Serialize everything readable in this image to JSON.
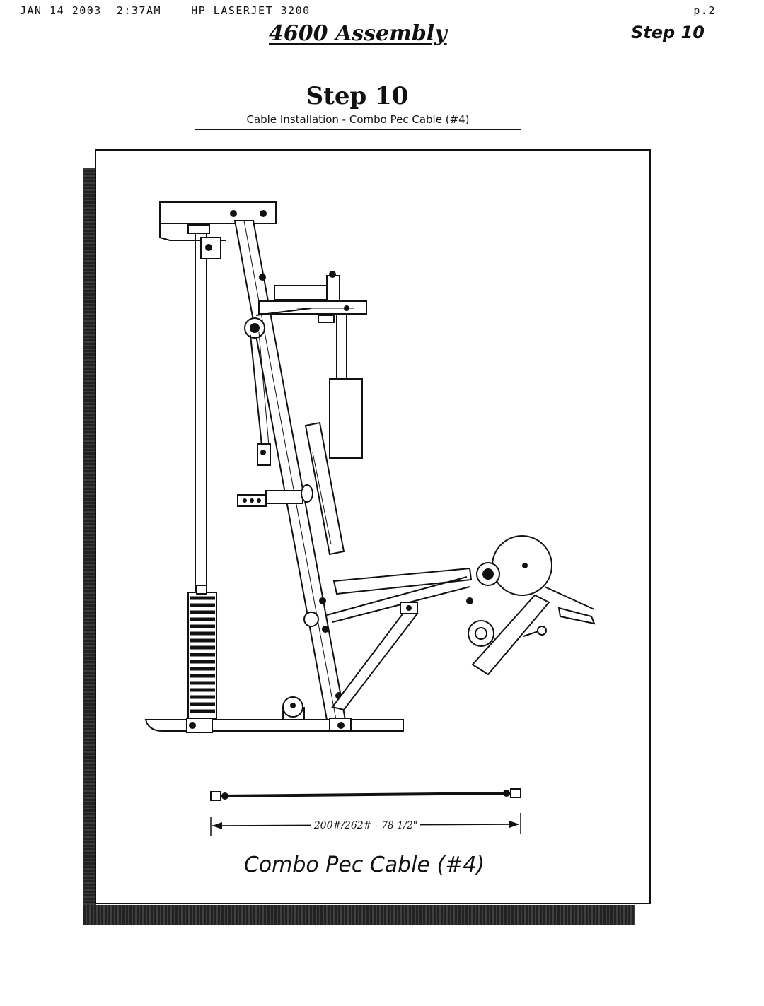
{
  "fax_header": {
    "left_text": "JAN 14 2003  2:37AM    HP LASERJET 3200",
    "page": "p.2"
  },
  "document_title": "4600 Assembly",
  "corner_step_label": "Step 10",
  "step_heading": "Step 10",
  "sub_heading": "Cable Installation - Combo Pec Cable (#4)",
  "cable": {
    "length_label": "200#/262# - 78 1/2\""
  },
  "part_title": "Combo Pec Cable (#4)"
}
